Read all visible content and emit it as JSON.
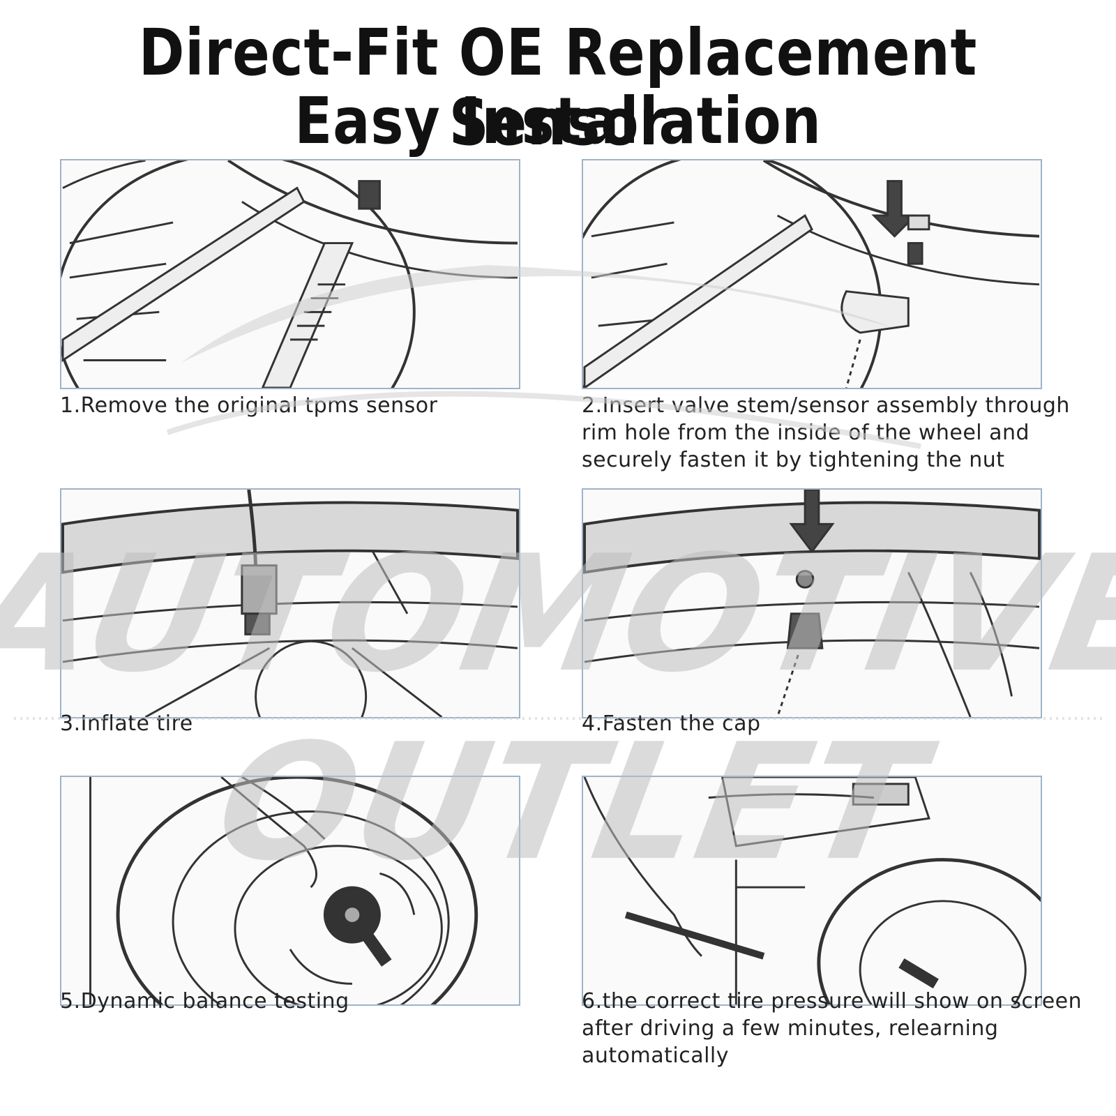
{
  "title": {
    "line1": "Direct-Fit OE Replacement Sensor",
    "line2": "Easy Installation"
  },
  "steps": [
    {
      "caption": "1.Remove the original tpms sensor",
      "illustration": "tire-lever-removal"
    },
    {
      "caption": "2.Insert valve stem/sensor assembly through rim hole from the inside of the wheel and securely fasten it by tightening the nut",
      "illustration": "sensor-insertion"
    },
    {
      "caption": "3.Inflate tire",
      "illustration": "air-chuck-inflation"
    },
    {
      "caption": "4.Fasten the cap",
      "illustration": "valve-cap-fastening"
    },
    {
      "caption": "5.Dynamic balance testing",
      "illustration": "wheel-balancer"
    },
    {
      "caption": "6.the correct tire pressure will show on screen after driving a few minutes, relearning automatically",
      "illustration": "wheel-mounting"
    }
  ],
  "watermark": {
    "line1": "AUTOMOTIVE",
    "line2": "OUTLET"
  },
  "colors": {
    "panel_border": "#9eb3c9",
    "title": "#111111",
    "caption": "#222222",
    "watermark": "#bdbdbd"
  }
}
